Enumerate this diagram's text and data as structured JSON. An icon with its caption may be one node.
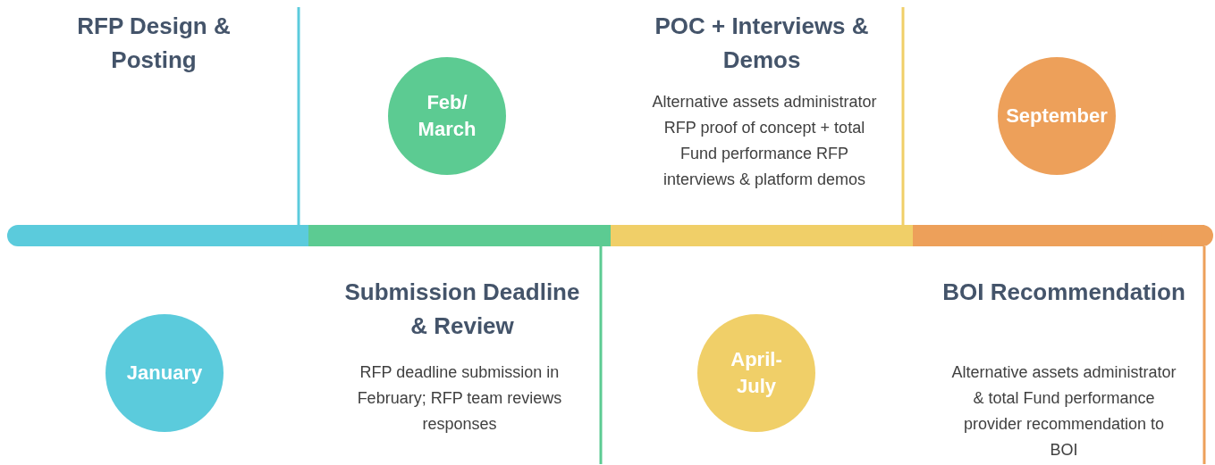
{
  "diagram": {
    "nodes": [
      {
        "text": [
          "January"
        ]
      },
      {
        "text": [
          "Feb/ March"
        ]
      },
      {
        "text": [
          "April- July"
        ]
      },
      {
        "text": [
          "September"
        ]
      }
    ],
    "labels": [
      "RFP Design & Posting",
      "POC + Interviews & Demos",
      "Alternative assets administrator RFP proof of concept + total Fund performance RFP interviews & platform demos",
      "Submission Deadline & Review",
      "RFP deadline submission in February; RFP team reviews responses",
      "BOI Recommendation",
      "Alternative assets administrator & total Fund performance provider recommendation to BOI"
    ]
  }
}
